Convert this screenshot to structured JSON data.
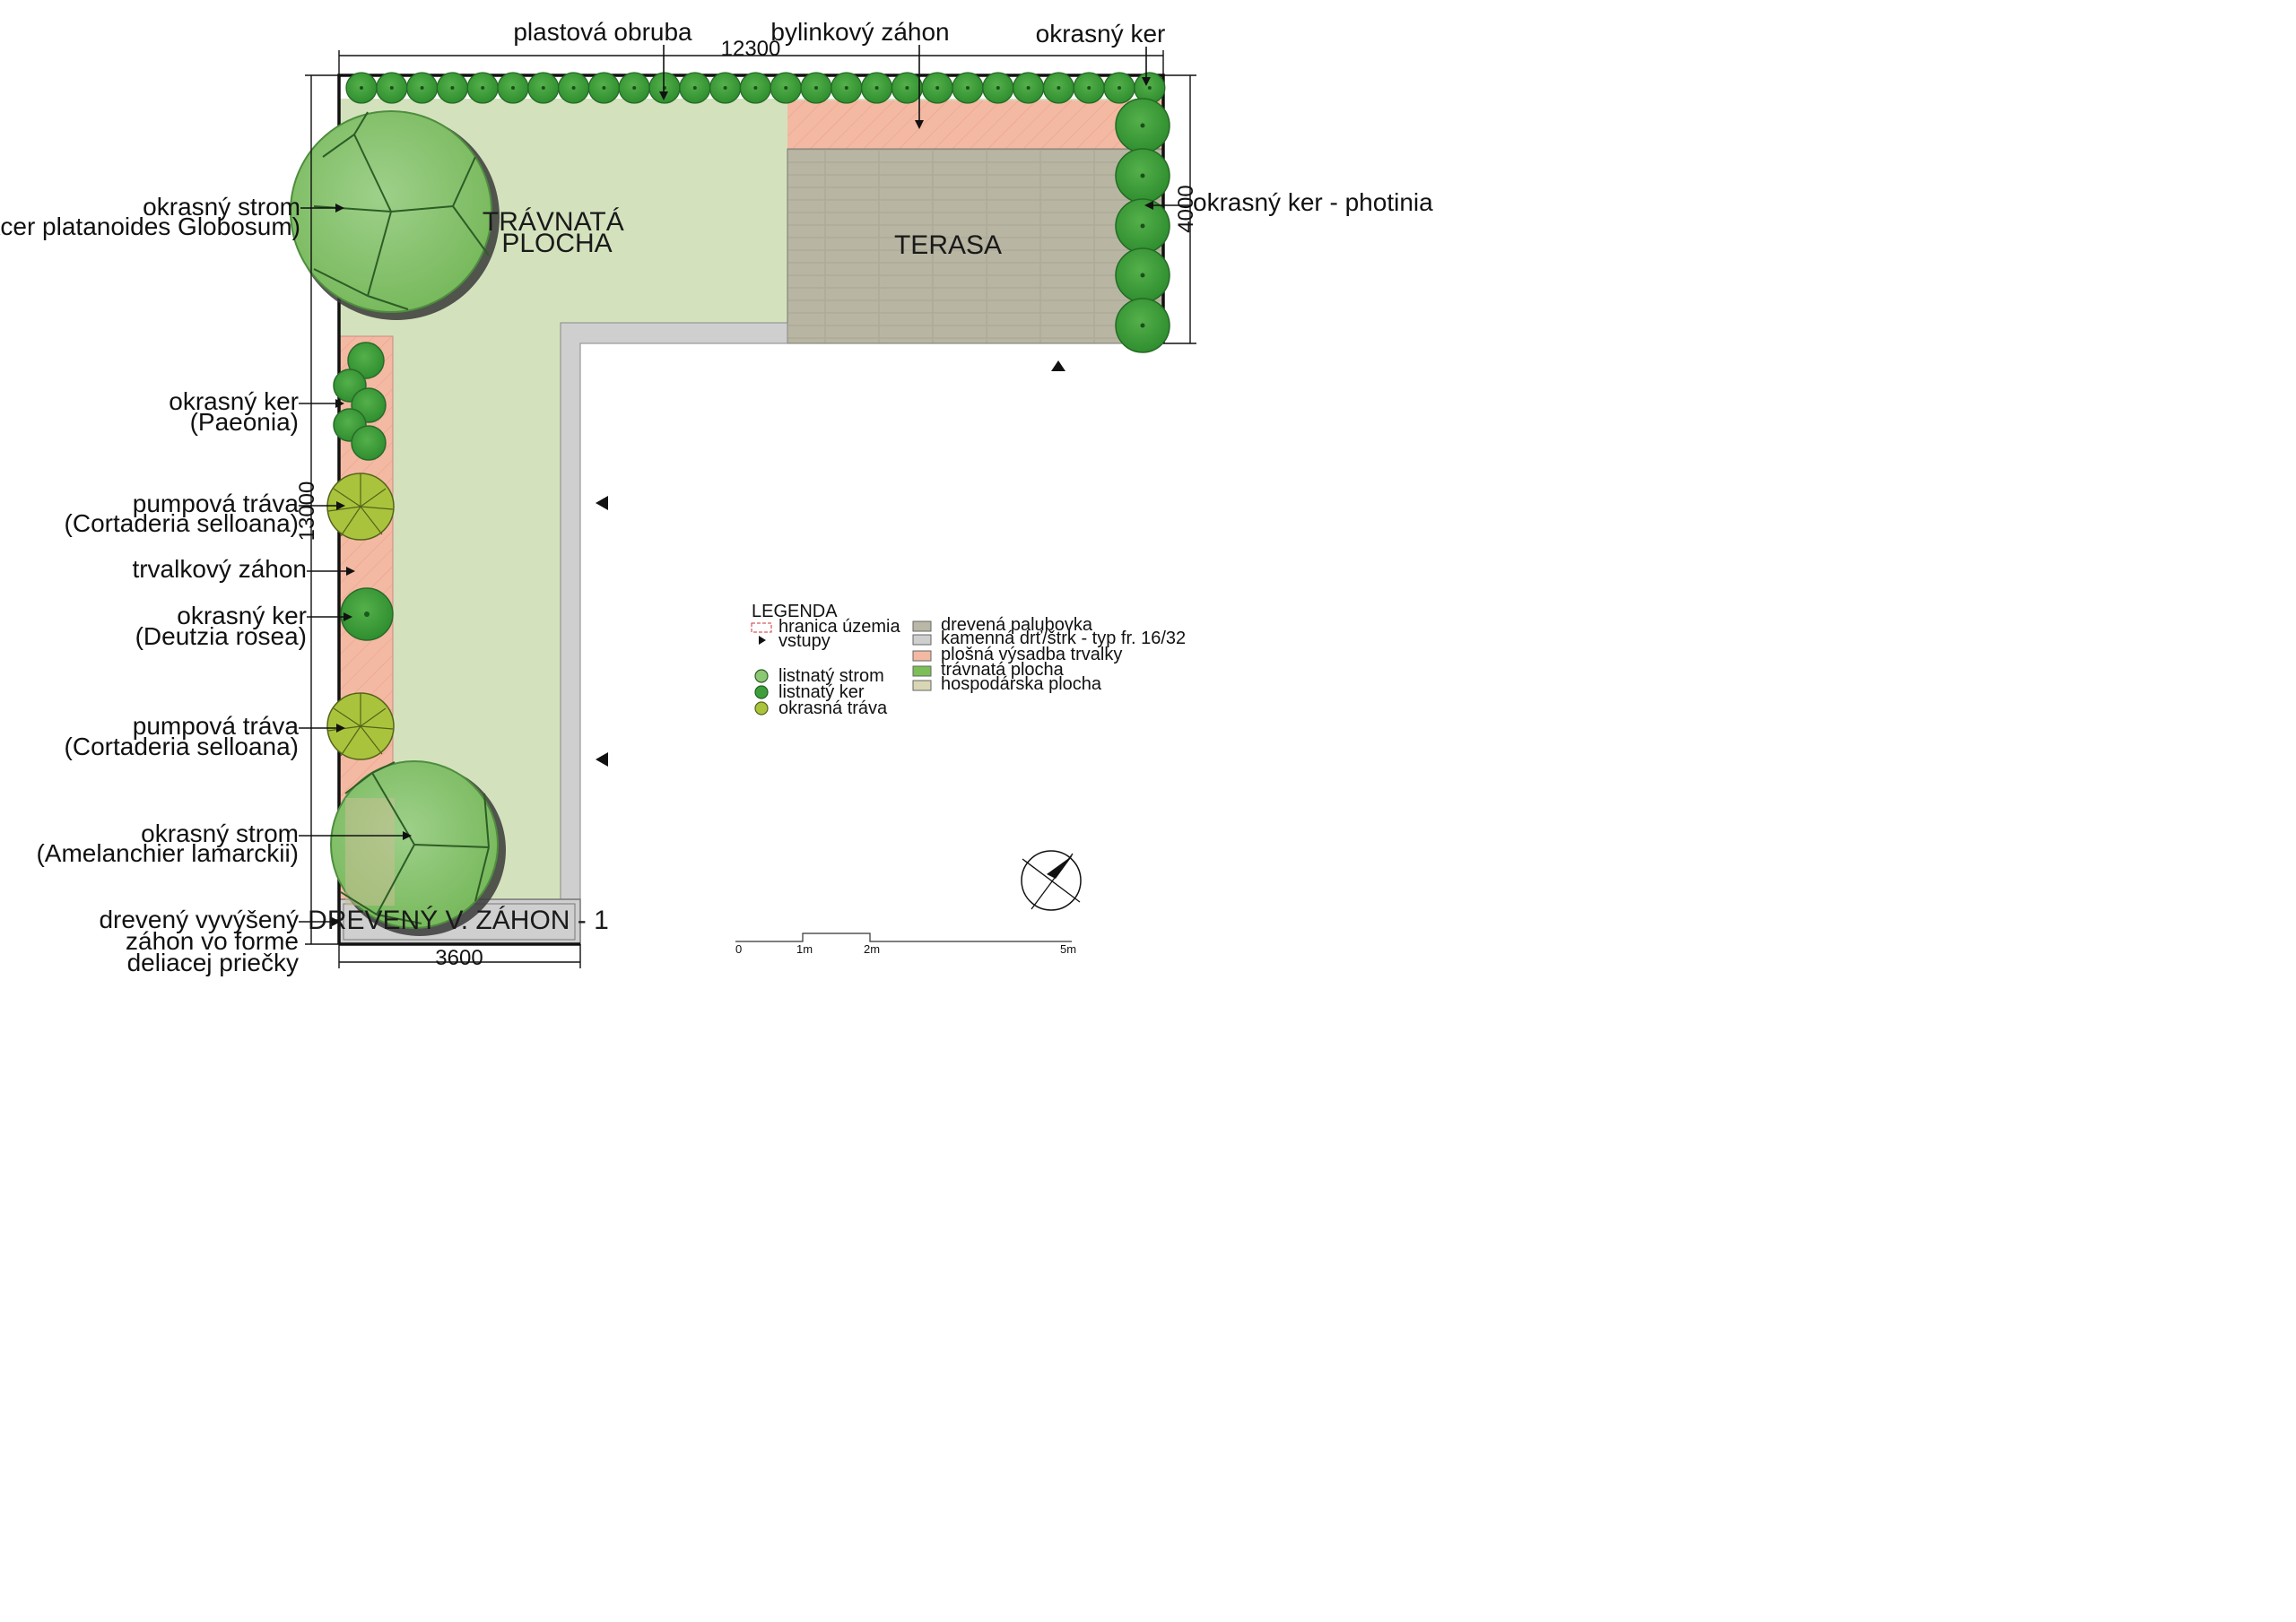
{
  "plan": {
    "areas": {
      "lawn": "TRÁVNATÁ\nPLOCHA",
      "terrace": "TERASA",
      "raised_bed": "DREVENÝ V. ZÁHON - 1"
    },
    "dimensions": {
      "top_width": "12300",
      "left_height": "13000",
      "right_height": "4000",
      "bottom_width": "3600"
    },
    "labels": {
      "edging": "plastová obruba",
      "herb_bed": "bylinkový záhon",
      "shrub_top": "okrasný ker",
      "photinia": "okrasný ker - photinia",
      "tree1": "okrasný strom\n( Acer platanoides Globosum)",
      "paeonia": "okrasný ker\n(Paeonia)",
      "grass1": "pumpová tráva\n(Cortaderia selloana)",
      "perennial_bed": "trvalkový záhon",
      "deutzia": "okrasný ker\n(Deutzia rosea)",
      "grass2": "pumpová tráva\n(Cortaderia selloana)",
      "tree2": "okrasný strom\n(Amelanchier lamarckii)",
      "raised_bed_label": "drevený vyvýšený\nzáhon vo forme\ndeliacej priečky"
    }
  },
  "legend": {
    "title": "LEGENDA",
    "left_items": [
      {
        "label": "hranica územia",
        "symbol": "boundary-line"
      },
      {
        "label": "vstupy",
        "symbol": "entrance-arrow"
      },
      {
        "label": "listnatý strom",
        "symbol": "tree"
      },
      {
        "label": "listnatý ker",
        "symbol": "shrub"
      },
      {
        "label": "okrasná tráva",
        "symbol": "grass"
      }
    ],
    "right_items": [
      {
        "label": "drevená palubovka",
        "color": "#b9b7a5"
      },
      {
        "label": "kamenná drť/štrk - typ fr. 16/32",
        "color": "#cfcfcf"
      },
      {
        "label": "plošná výsadba trvalky",
        "color": "#f4b9a3"
      },
      {
        "label": "trávnatá plocha",
        "color": "#7cbf56"
      },
      {
        "label": "hospodárska plocha",
        "color": "#d8d6b4"
      }
    ]
  },
  "scale_bar": {
    "ticks": [
      "0",
      "1m",
      "2m",
      "5m"
    ]
  },
  "colors": {
    "lawn": "#d3e2bd",
    "terrace": "#b9b7a5",
    "perennial": "#f4b9a3",
    "gravel": "#cfcfcf",
    "tree": "#8cc774",
    "shrub": "#3f9e3c",
    "grass": "#a9c43c"
  },
  "icons": [
    "north-arrow-icon",
    "entrance-arrow-icon"
  ]
}
